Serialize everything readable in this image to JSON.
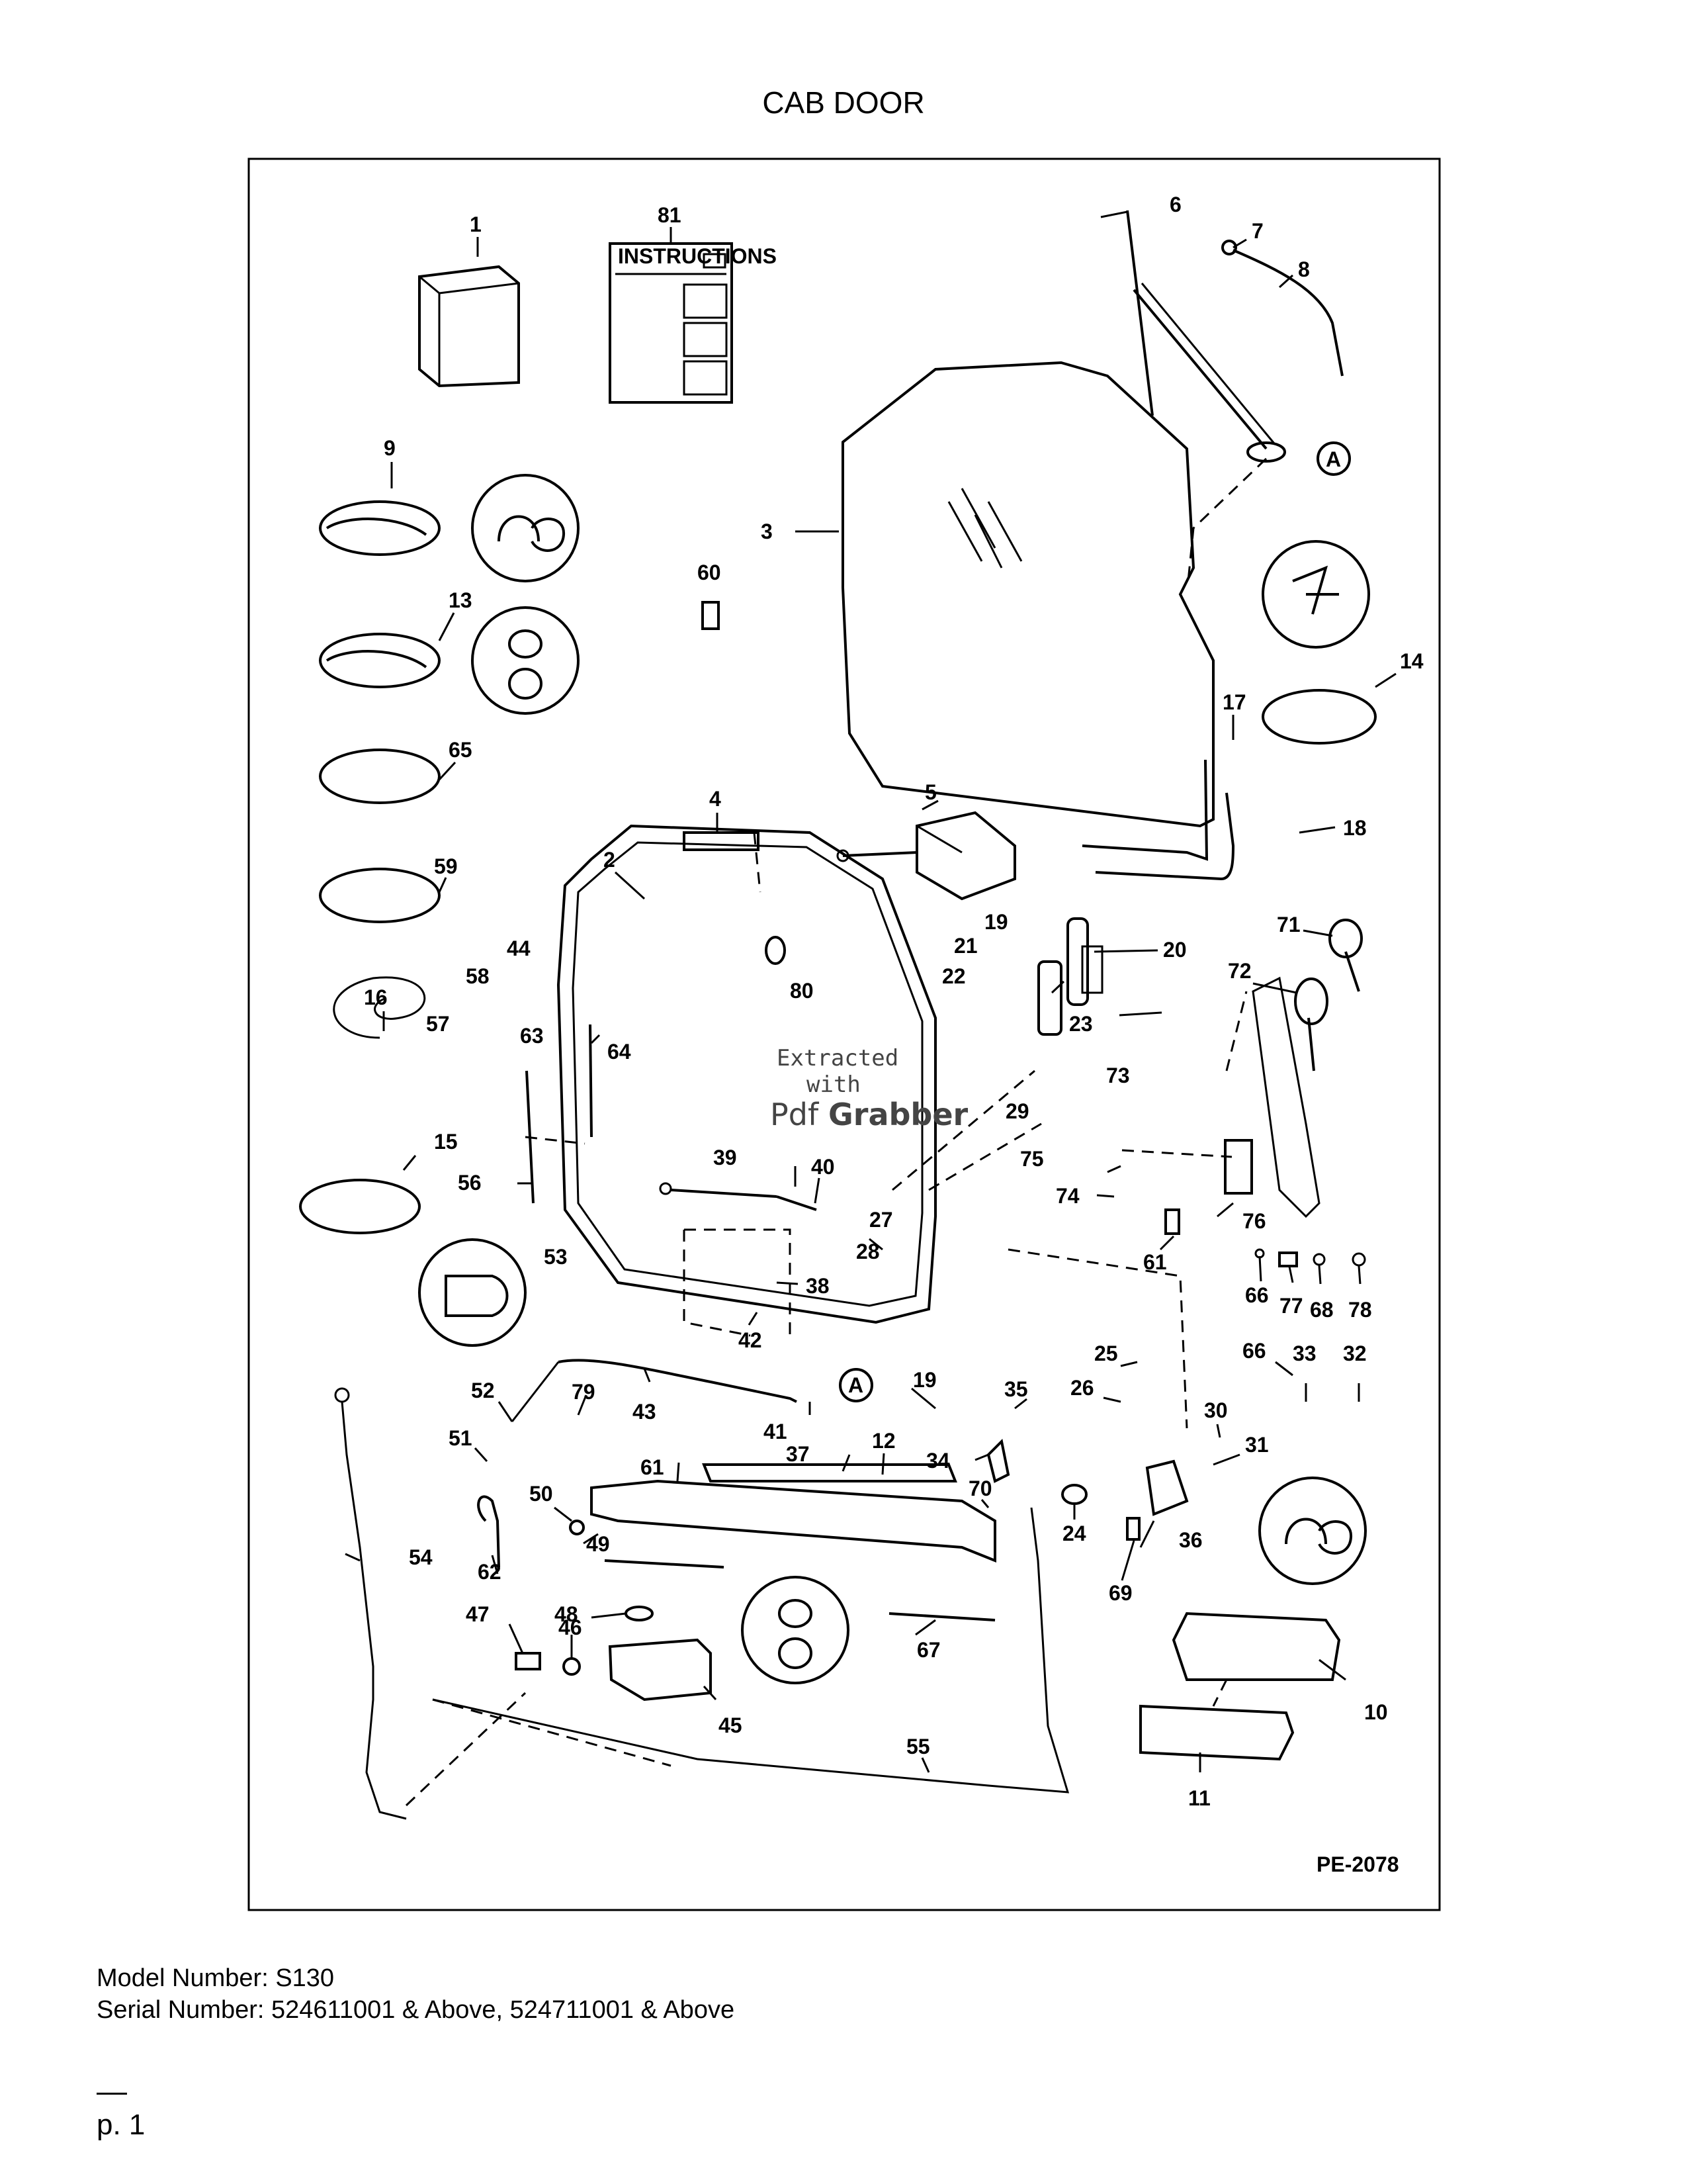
{
  "page": {
    "title": "CAB DOOR",
    "model_line": "Model Number: S130",
    "serial_line": "Serial Number: 524611001 & Above, 524711001 & Above",
    "page_marker": "p. 1"
  },
  "diagram": {
    "ref_code": "PE-2078",
    "callout": "A",
    "instructions_label": "INSTRUCTIONS",
    "watermark_1": "Extracted",
    "watermark_2": "with",
    "watermark_brand_a": "Pdf",
    "watermark_brand_b": "Grabber"
  },
  "part_labels": {
    "l1": "1",
    "l81": "81",
    "l6": "6",
    "l7": "7",
    "l8": "8",
    "l9": "9",
    "l3": "3",
    "l60": "60",
    "l13": "13",
    "l14": "14",
    "l17": "17",
    "l65": "65",
    "l5": "5",
    "l18": "18",
    "l4": "4",
    "l2": "2",
    "l59": "59",
    "l19a": "19",
    "l21": "21",
    "l22": "22",
    "l20": "20",
    "l71": "71",
    "l72": "72",
    "l80": "80",
    "l58": "58",
    "l44": "44",
    "l16": "16",
    "l57": "57",
    "l63": "63",
    "l64": "64",
    "l23": "23",
    "l73": "73",
    "l29": "29",
    "l15": "15",
    "l39": "39",
    "l40": "40",
    "l75": "75",
    "l74": "74",
    "l56": "56",
    "l76": "76",
    "l27": "27",
    "l28": "28",
    "l61a": "61",
    "l53": "53",
    "l38": "38",
    "l66a": "66",
    "l77": "77",
    "l68": "68",
    "l78": "78",
    "l42": "42",
    "l25": "25",
    "l66b": "66",
    "l33": "33",
    "l32": "32",
    "l52": "52",
    "l79": "79",
    "l43": "43",
    "l19b": "19",
    "l35": "35",
    "l26": "26",
    "l30": "30",
    "l41": "41",
    "l51": "51",
    "l12": "12",
    "l31": "31",
    "l37": "37",
    "l61b": "61",
    "l34": "34",
    "l50": "50",
    "l70": "70",
    "l24": "24",
    "l36": "36",
    "l49": "49",
    "l54": "54",
    "l62": "62",
    "l69": "69",
    "l48": "48",
    "l47": "47",
    "l46": "46",
    "l67": "67",
    "l10": "10",
    "l45": "45",
    "l55": "55",
    "l11": "11"
  }
}
